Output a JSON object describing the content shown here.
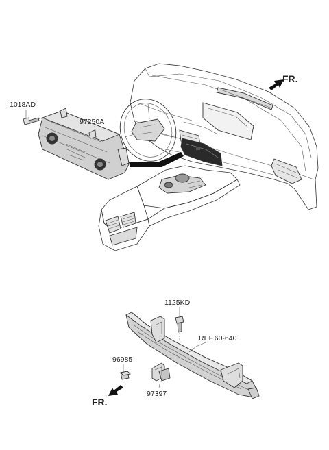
{
  "labels": {
    "p1018ad": "1018AD",
    "p97250a": "97250A",
    "fr_top": "FR.",
    "p1125kd": "1125KD",
    "ref": "REF.60-640",
    "p96985": "96985",
    "p97397": "97397",
    "fr_bottom": "FR."
  }
}
